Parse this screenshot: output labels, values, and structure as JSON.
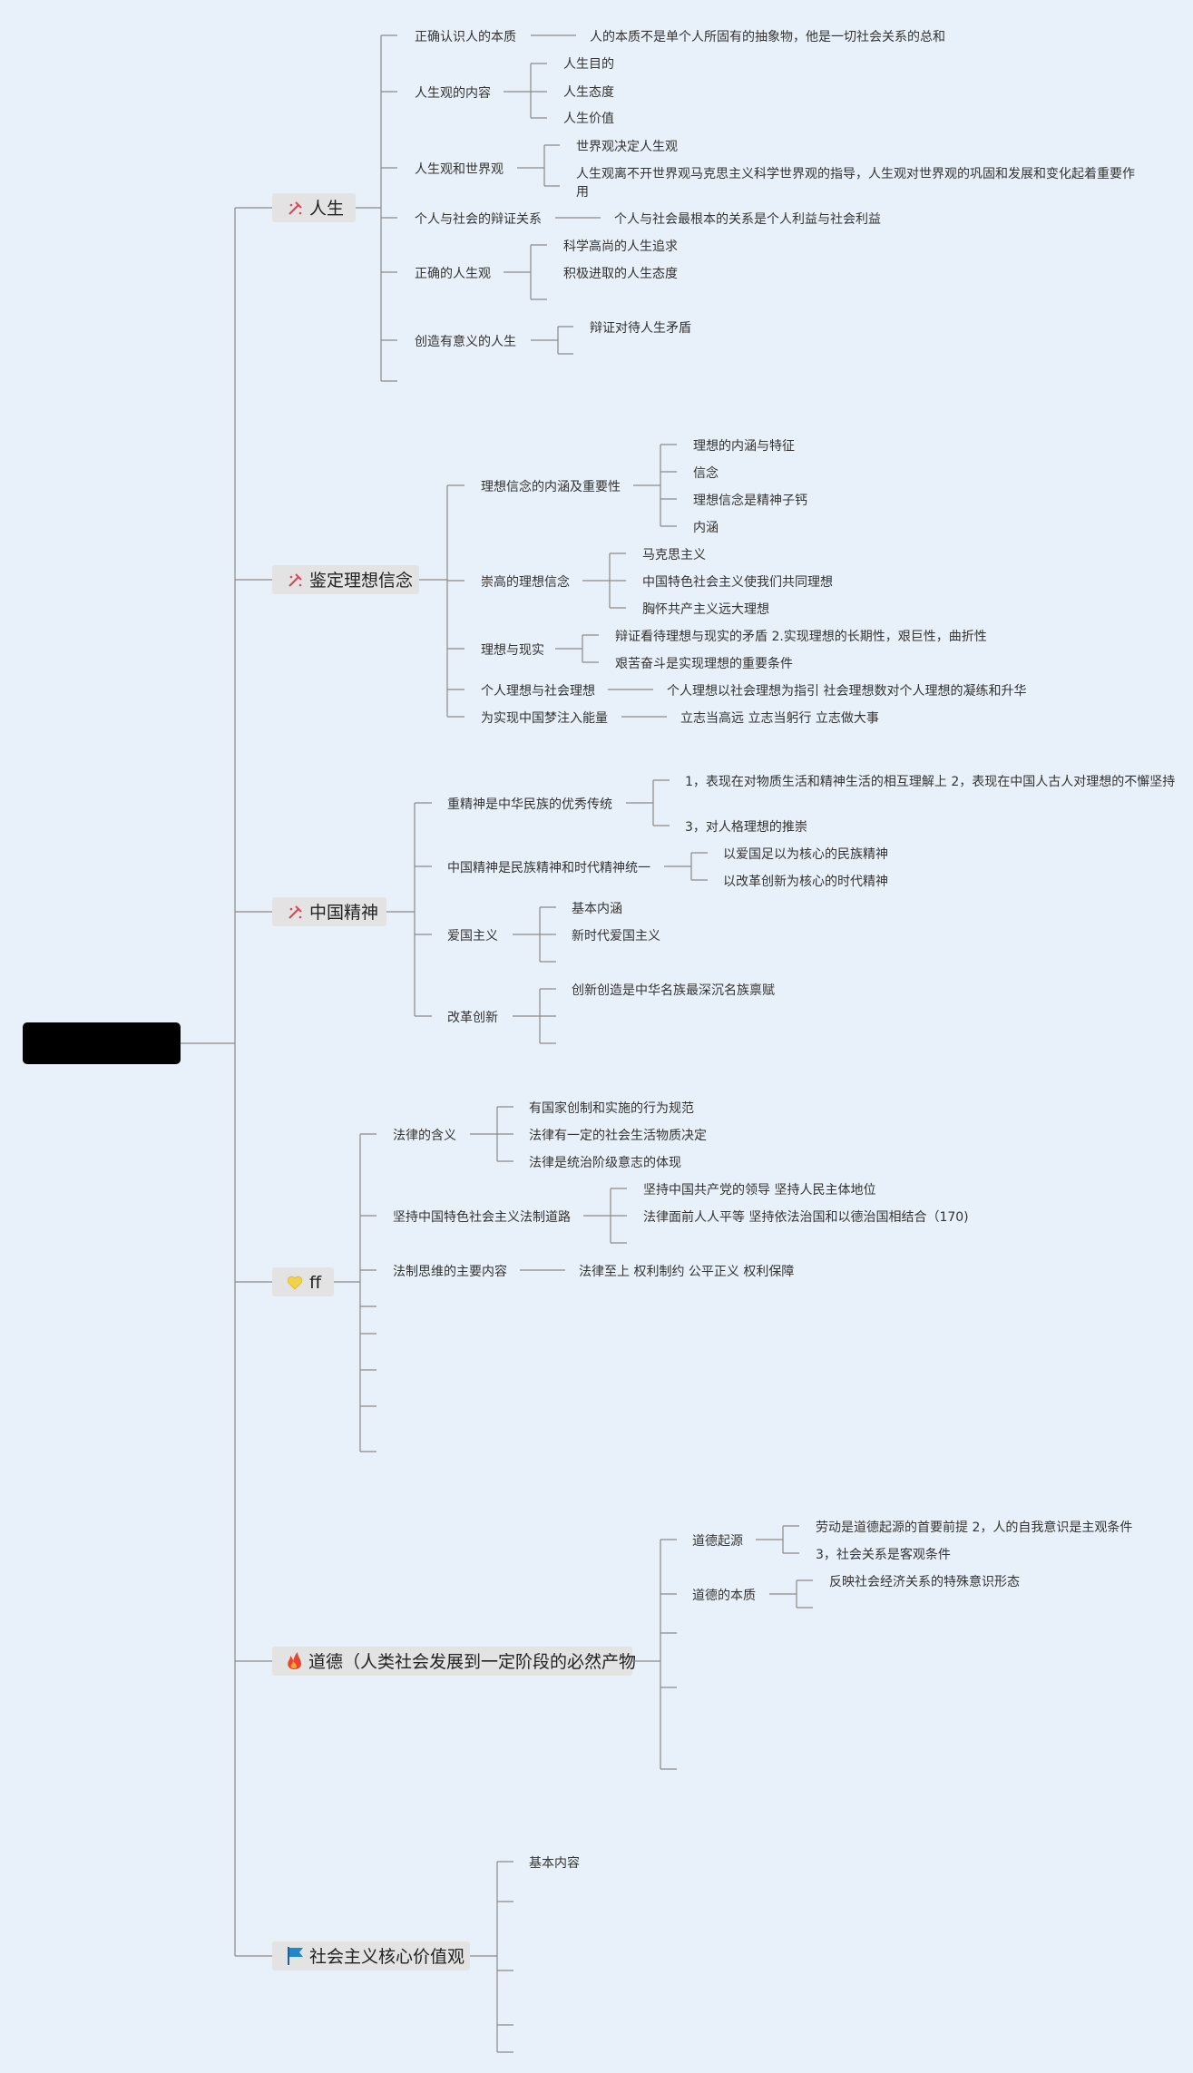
{
  "root": {
    "label": ""
  },
  "branches": [
    {
      "title": "人生",
      "icon": "magic-wand-icon",
      "topics": [
        {
          "label": "正确认识人的本质",
          "children": [
            "人的本质不是单个人所固有的抽象物，他是一切社会关系的总和"
          ]
        },
        {
          "label": "人生观的内容",
          "children": [
            "人生目的",
            "人生态度",
            "人生价值"
          ]
        },
        {
          "label": "人生观和世界观",
          "children": [
            "世界观决定人生观",
            "人生观离不开世界观马克思主义科学世界观的指导，人生观对世界观的巩固和发展和变化起着重要作用"
          ]
        },
        {
          "label": "个人与社会的辩证关系",
          "children": [
            "个人与社会最根本的关系是个人利益与社会利益"
          ]
        },
        {
          "label": "正确的人生观",
          "children": [
            "科学高尚的人生追求",
            "积极进取的人生态度"
          ]
        },
        {
          "label": "创造有意义的人生",
          "children": [
            "辩证对待人生矛盾",
            ""
          ]
        },
        {
          "label": "",
          "children": []
        }
      ]
    },
    {
      "title": "鉴定理想信念",
      "icon": "magic-wand-icon",
      "topics": [
        {
          "label": "理想信念的内涵及重要性",
          "children": [
            "理想的内涵与特征",
            "信念",
            "理想信念是精神子钙",
            "内涵"
          ]
        },
        {
          "label": "崇高的理想信念",
          "children": [
            "马克思主义",
            "中国特色社会主义使我们共同理想",
            "胸怀共产主义远大理想"
          ]
        },
        {
          "label": "理想与现实",
          "children": [
            "辩证看待理想与现实的矛盾 2.实现理想的长期性，艰巨性，曲折性",
            "艰苦奋斗是实现理想的重要条件"
          ]
        },
        {
          "label": "个人理想与社会理想",
          "children": [
            "个人理想以社会理想为指引 社会理想数对个人理想的凝练和升华"
          ]
        },
        {
          "label": "为实现中国梦注入能量",
          "children": [
            "立志当高远 立志当躬行 立志做大事"
          ]
        }
      ]
    },
    {
      "title": "中国精神",
      "icon": "magic-wand-icon",
      "topics": [
        {
          "label": "重精神是中华民族的优秀传统",
          "children": [
            "1，表现在对物质生活和精神生活的相互理解上 2，表现在中国人古人对理想的不懈坚持",
            "3，对人格理想的推崇"
          ]
        },
        {
          "label": "中国精神是民族精神和时代精神统一",
          "children": [
            "以爱国足以为核心的民族精神",
            "以改革创新为核心的时代精神"
          ]
        },
        {
          "label": "爱国主义",
          "children": [
            "基本内涵",
            "新时代爱国主义",
            ""
          ]
        },
        {
          "label": "改革创新",
          "children": [
            "创新创造是中华名族最深沉名族禀赋",
            "",
            ""
          ]
        }
      ]
    },
    {
      "title": "ff",
      "icon": "heart-icon",
      "topics": [
        {
          "label": "法律的含义",
          "children": [
            "有国家创制和实施的行为规范",
            "法律有一定的社会生活物质决定",
            "法律是统治阶级意志的体现"
          ]
        },
        {
          "label": "坚持中国特色社会主义法制道路",
          "children": [
            "坚持中国共产党的领导 坚持人民主体地位",
            "法律面前人人平等 坚持依法治国和以德治国相结合（170)",
            ""
          ]
        },
        {
          "label": "法制思维的主要内容",
          "children": [
            "法律至上 权利制约 公平正义 权利保障"
          ]
        },
        {
          "label": "",
          "children": []
        },
        {
          "label": "",
          "children": []
        },
        {
          "label": "",
          "children": []
        },
        {
          "label": "",
          "children": []
        },
        {
          "label": "",
          "children": []
        }
      ]
    },
    {
      "title": "道德（人类社会发展到一定阶段的必然产物",
      "icon": "fire-icon",
      "topics": [
        {
          "label": "道德起源",
          "children": [
            "劳动是道德起源的首要前提 2，人的自我意识是主观条件",
            "3，社会关系是客观条件"
          ]
        },
        {
          "label": "道德的本质",
          "children": [
            "反映社会经济关系的特殊意识形态",
            ""
          ]
        },
        {
          "label": "",
          "children": []
        },
        {
          "label": "",
          "children": []
        },
        {
          "label": "",
          "children": []
        }
      ]
    },
    {
      "title": "社会主义核心价值观",
      "icon": "flag-icon",
      "topics": [
        {
          "label": "基本内容",
          "children": []
        },
        {
          "label": "",
          "children": []
        },
        {
          "label": "",
          "children": []
        },
        {
          "label": "",
          "children": []
        },
        {
          "label": "",
          "children": []
        }
      ]
    }
  ],
  "colors": {
    "background": "#e8f1f9",
    "line": "#8a8a8a",
    "root_fill": "#000000",
    "branch_fill": "#e3e3e3",
    "wand": "#e0445a",
    "heart": "#f3d24a",
    "fire": "#e8452c",
    "flag": "#1e88c9"
  }
}
